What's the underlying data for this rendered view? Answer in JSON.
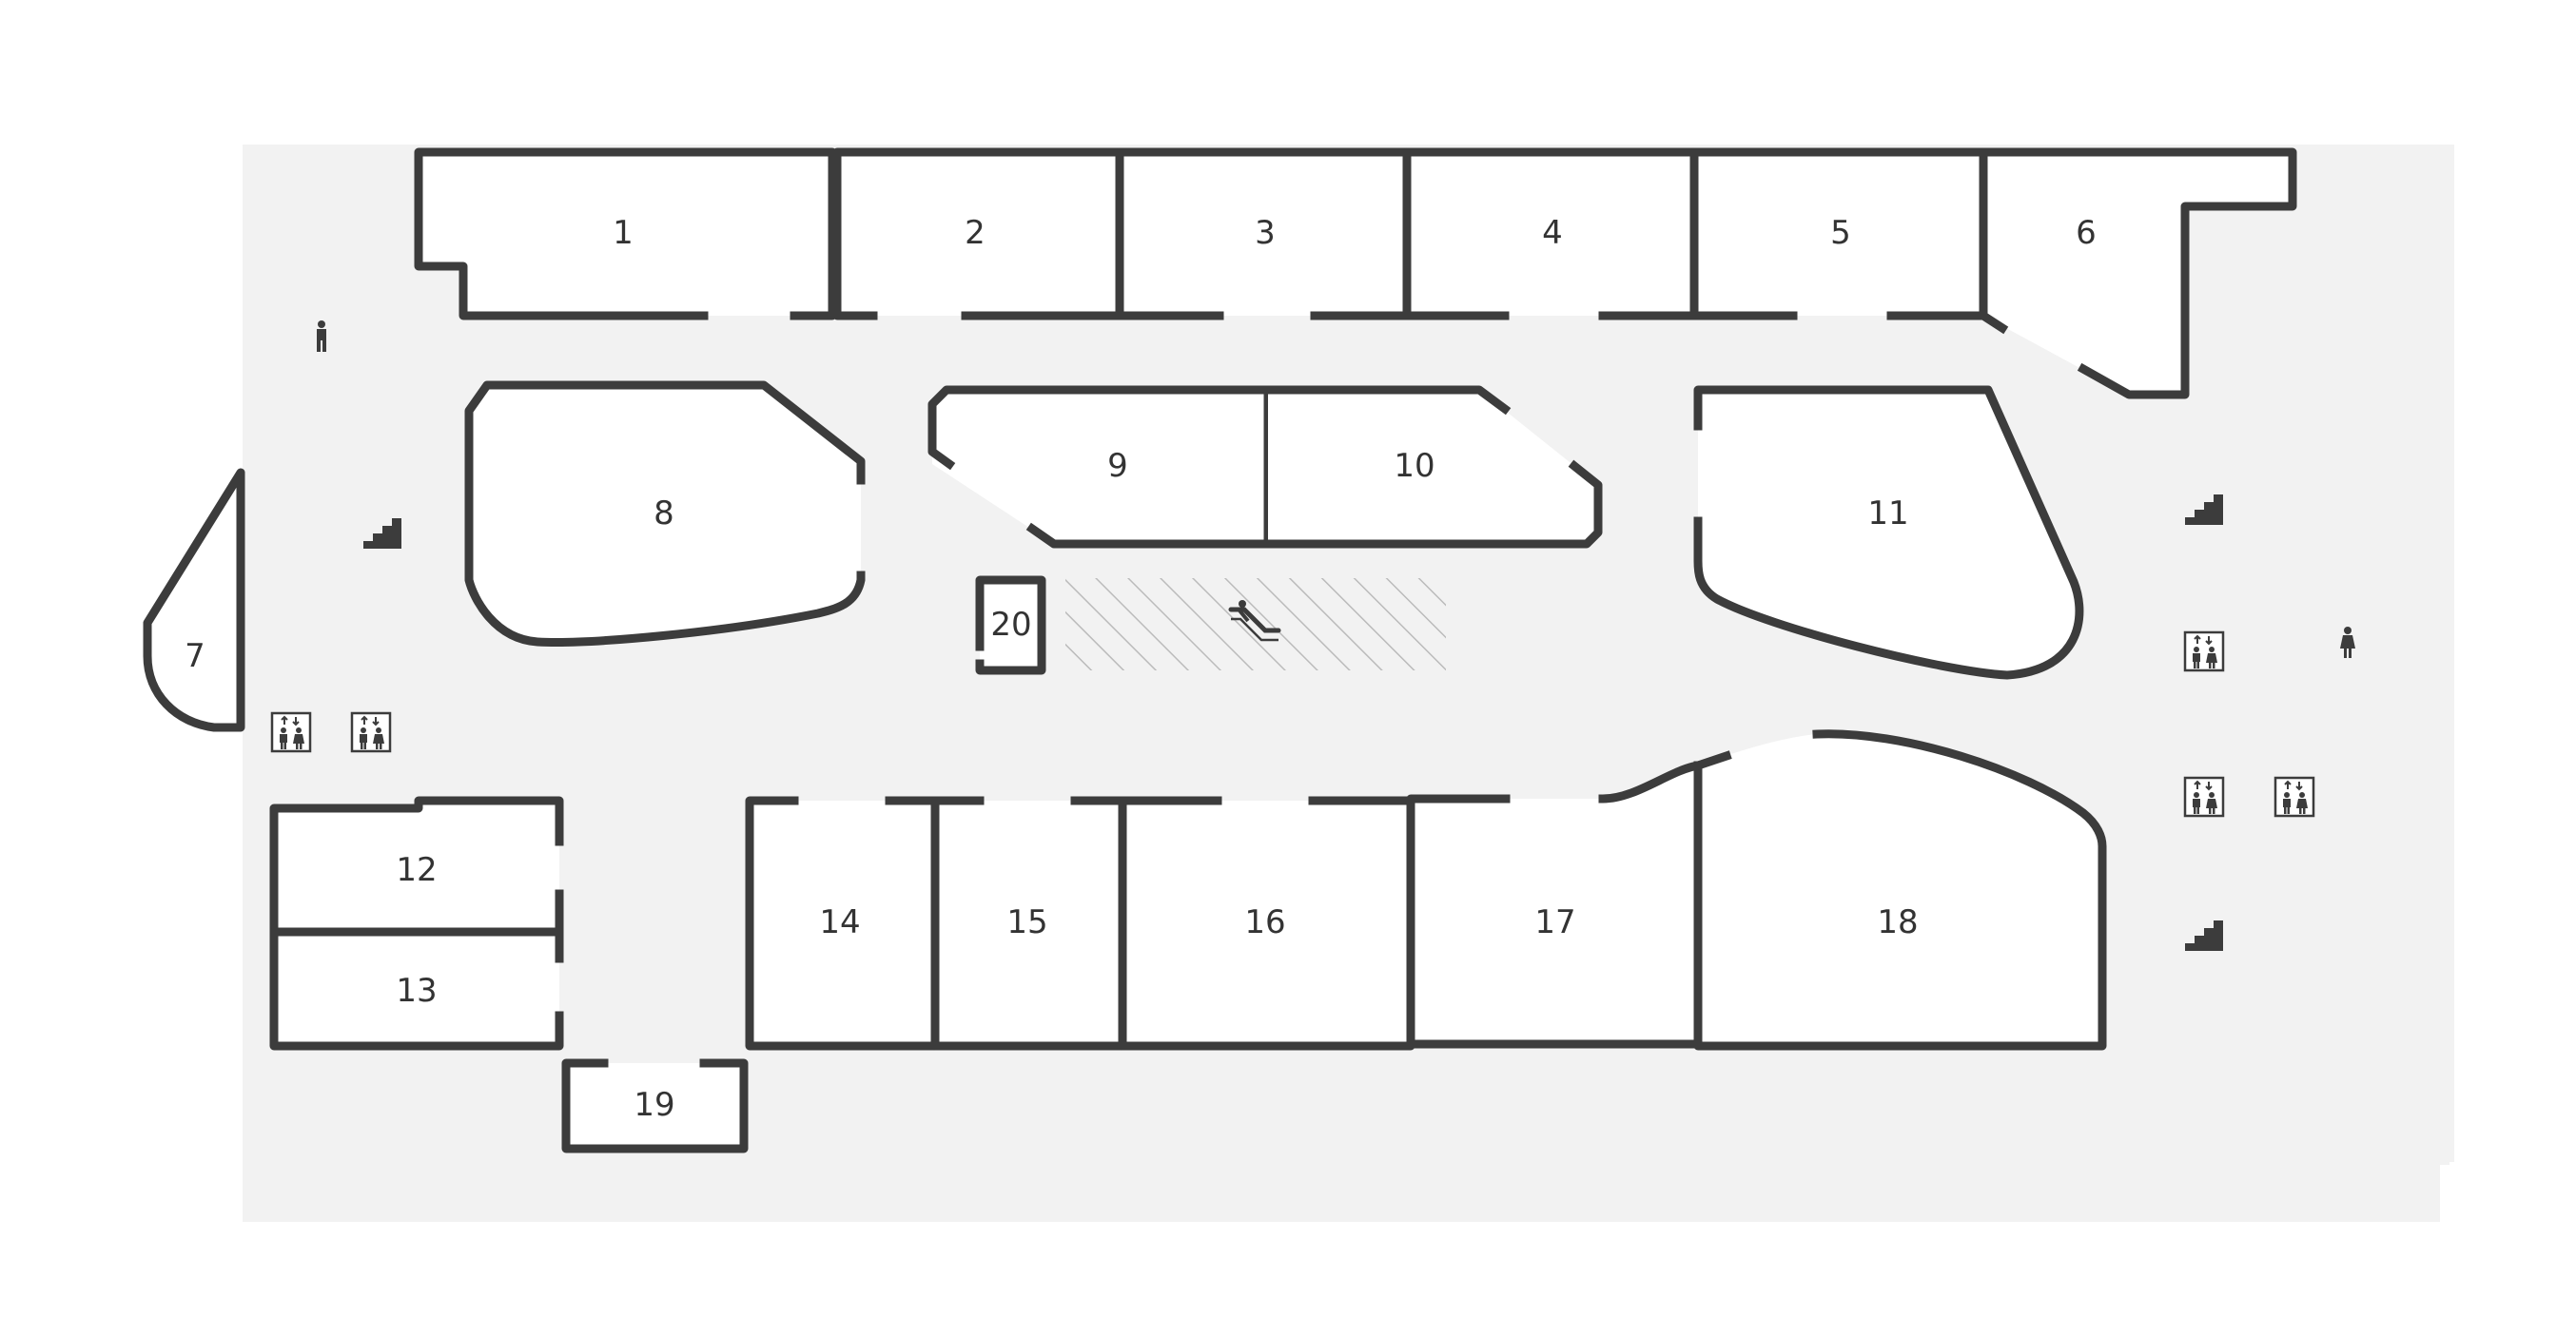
{
  "floor_plan": {
    "units": [
      {
        "id": "1",
        "label": "1"
      },
      {
        "id": "2",
        "label": "2"
      },
      {
        "id": "3",
        "label": "3"
      },
      {
        "id": "4",
        "label": "4"
      },
      {
        "id": "5",
        "label": "5"
      },
      {
        "id": "6",
        "label": "6"
      },
      {
        "id": "7",
        "label": "7"
      },
      {
        "id": "8",
        "label": "8"
      },
      {
        "id": "9",
        "label": "9"
      },
      {
        "id": "10",
        "label": "10"
      },
      {
        "id": "11",
        "label": "11"
      },
      {
        "id": "12",
        "label": "12"
      },
      {
        "id": "13",
        "label": "13"
      },
      {
        "id": "14",
        "label": "14"
      },
      {
        "id": "15",
        "label": "15"
      },
      {
        "id": "16",
        "label": "16"
      },
      {
        "id": "17",
        "label": "17"
      },
      {
        "id": "18",
        "label": "18"
      },
      {
        "id": "19",
        "label": "19"
      },
      {
        "id": "20",
        "label": "20"
      }
    ],
    "icons": {
      "male_toilet": "male-toilet-icon",
      "female_toilet": "female-toilet-icon",
      "stairs": "stairs-icon",
      "elevator": "elevator-icon",
      "escalator": "escalator-icon"
    },
    "colors": {
      "floor": "#f2f2f2",
      "wall": "#3c3c3c",
      "unit": "#ffffff",
      "hatch": "#bbbbbb"
    }
  }
}
